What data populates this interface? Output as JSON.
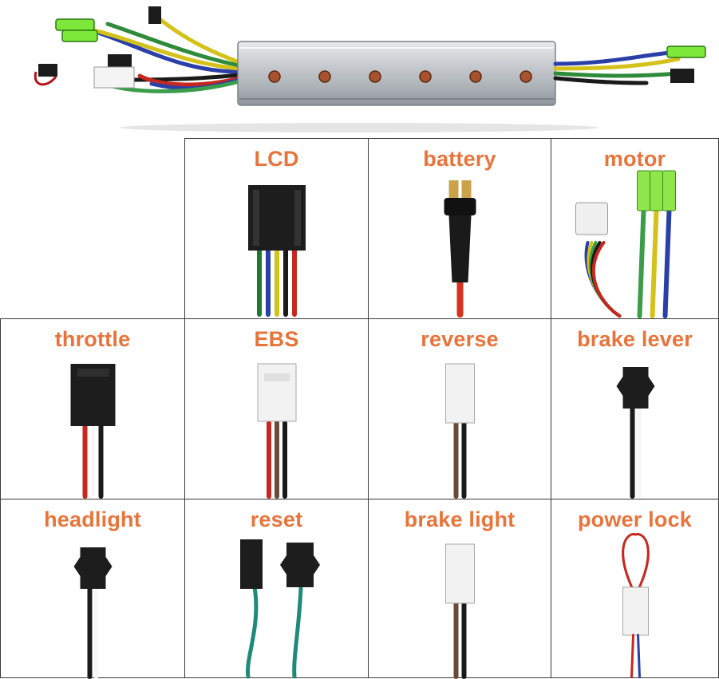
{
  "accent_color": "#e8743b",
  "hero": {
    "name": "controller-unit"
  },
  "cells": [
    {
      "id": "lcd",
      "label": "LCD",
      "connector": "black-6pin-plug"
    },
    {
      "id": "battery",
      "label": "battery",
      "connector": "t-plug"
    },
    {
      "id": "motor",
      "label": "motor",
      "connector": "hall-plug-and-phase-terminals"
    },
    {
      "id": "throttle",
      "label": "throttle",
      "connector": "black-3pin-plug"
    },
    {
      "id": "ebs",
      "label": "EBS",
      "connector": "white-3pin-plug"
    },
    {
      "id": "reverse",
      "label": "reverse",
      "connector": "white-2pin-plug"
    },
    {
      "id": "brake-lever",
      "label": "brake lever",
      "connector": "black-2pin-plug"
    },
    {
      "id": "headlight",
      "label": "headlight",
      "connector": "black-2pin-plug"
    },
    {
      "id": "reset",
      "label": "reset",
      "connector": "black-2pin-pair"
    },
    {
      "id": "brake-light",
      "label": "brake light",
      "connector": "white-2pin-plug"
    },
    {
      "id": "power-lock",
      "label": "power lock",
      "connector": "white-2pin-loop"
    }
  ]
}
